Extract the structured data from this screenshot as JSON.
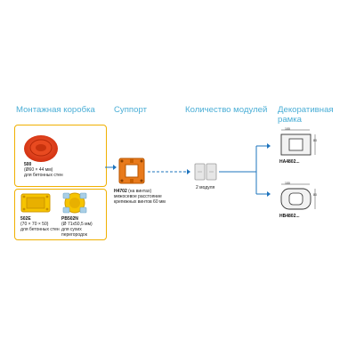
{
  "headings": {
    "box": "Монтажная коробка",
    "support": "Суппорт",
    "modules": "Количество модулей",
    "frame_line1": "Декоративная",
    "frame_line2": "рамка"
  },
  "boxes": {
    "round": {
      "code": "500",
      "size": "(Ø60 × 44 мм)",
      "use": "для бетонных стен"
    },
    "square": {
      "code": "502E",
      "size": "(70 × 70 × 50)",
      "use": "для бетонных стен"
    },
    "drywall": {
      "code": "PB502N",
      "size": "(Ø 71x50,5 мм)",
      "use1": "для сухих",
      "use2": "перегородок"
    }
  },
  "support": {
    "code": "H4702",
    "note": "(на винтах)",
    "line2": "межосевое расстояние",
    "line3": "крепежных винтов 60 мм"
  },
  "modules": {
    "label": "2 модуля"
  },
  "frames": [
    {
      "code": "HA4802...",
      "dim_w": "100",
      "dim_h": "80"
    },
    {
      "code": "HB4802...",
      "dim_w": "100",
      "dim_h": "80"
    }
  ],
  "colors": {
    "heading": "#4aaed6",
    "card_border": "#f0b000",
    "arrow": "#1e74bd",
    "box_red": "#e8401c",
    "box_yellow": "#f6c400",
    "support_orange": "#e87a1c"
  }
}
